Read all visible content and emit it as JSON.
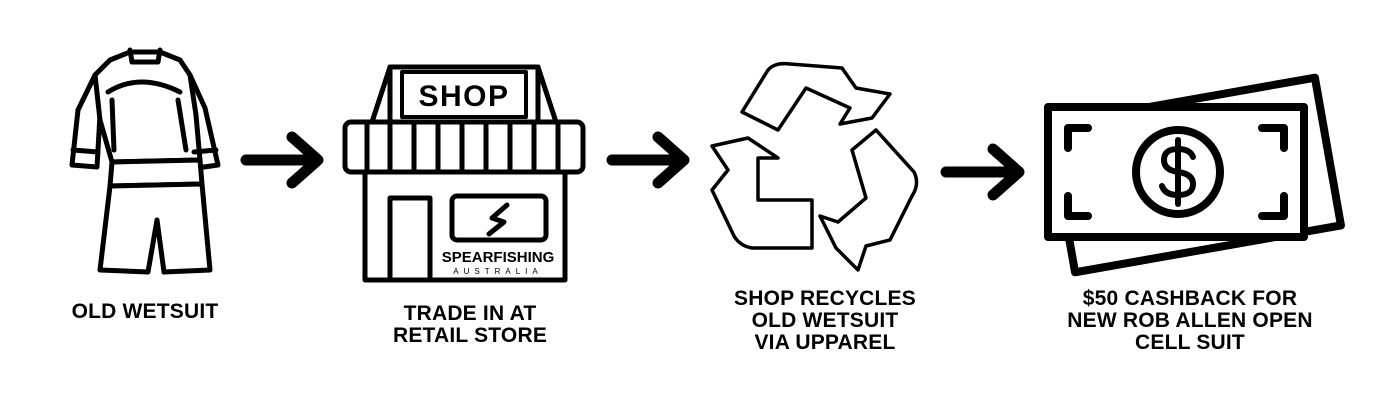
{
  "steps": [
    {
      "icon": "wetsuit-icon",
      "label_lines": [
        "OLD WETSUIT"
      ]
    },
    {
      "icon": "shop-storefront-icon",
      "sign_text": "SHOP",
      "logo_text": "SPEARFISHING",
      "logo_subtext": "AUSTRALIA",
      "label_lines": [
        "TRADE IN AT",
        "RETAIL STORE"
      ]
    },
    {
      "icon": "recycle-icon",
      "label_lines": [
        "SHOP RECYCLES",
        "OLD WETSUIT",
        "VIA UPPAREL"
      ]
    },
    {
      "icon": "cash-banknotes-icon",
      "label_lines": [
        "$50 CASHBACK FOR",
        "NEW ROB ALLEN OPEN",
        "CELL SUIT"
      ]
    }
  ],
  "connector_icon": "right-arrow-icon",
  "colors": {
    "ink": "#000000",
    "background": "#ffffff"
  }
}
